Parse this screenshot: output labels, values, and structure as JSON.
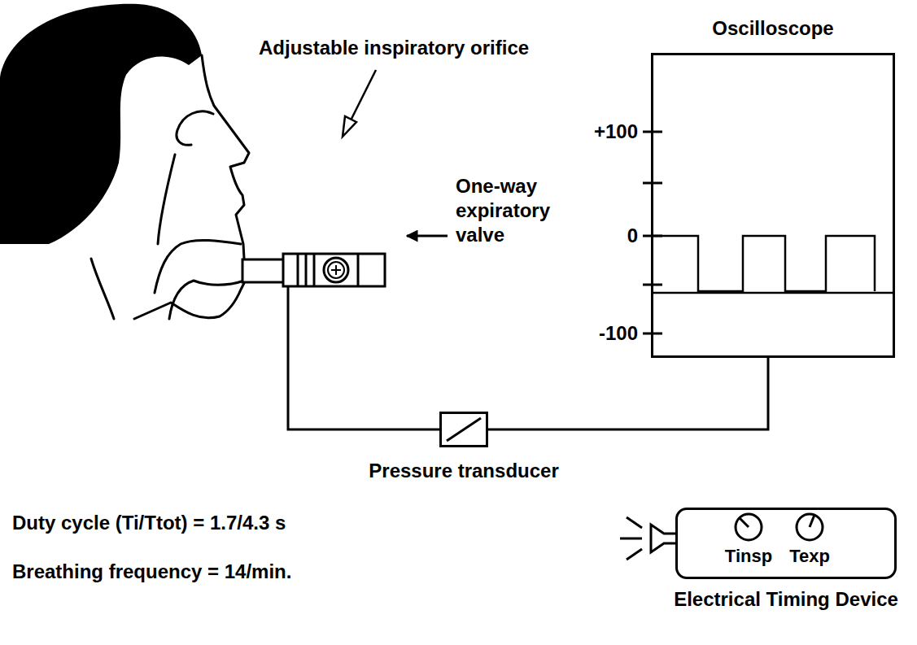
{
  "diagram": {
    "nodes": [
      {
        "text": [
          "Oscilloscope"
        ]
      },
      {
        "text": [
          "Pressure transducer"
        ]
      },
      {
        "text": [
          "Tinsp",
          "Texp",
          "Electrical Timing Device"
        ]
      }
    ],
    "edges": [
      {
        "from": 1,
        "to": 0,
        "arrow": "none"
      }
    ],
    "labels": [
      "Adjustable inspiratory orifice",
      "One-way expiratory valve",
      "+100",
      "0",
      "-100",
      "Duty cycle (Ti/Ttot) = 1.7/4.3 s",
      "Breathing frequency = 14/min."
    ]
  }
}
